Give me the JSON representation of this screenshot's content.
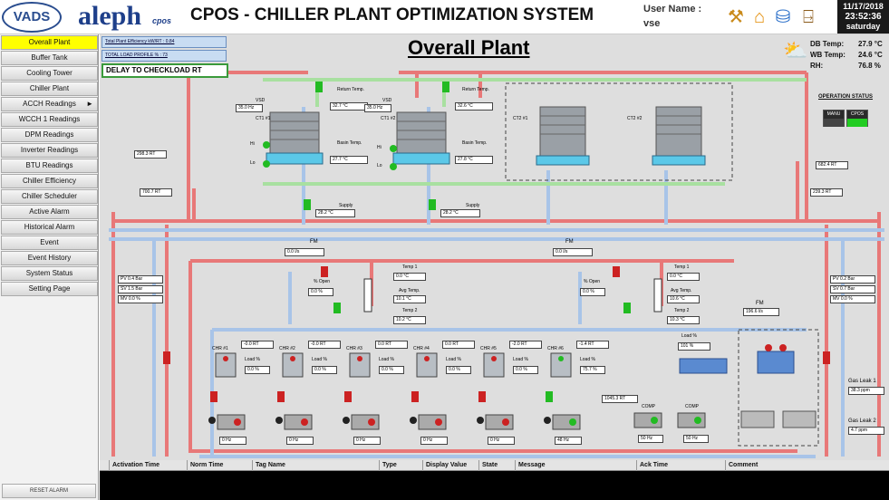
{
  "header": {
    "logo_vads": "VADS",
    "logo_aleph": "aleph",
    "logo_cpos": "cpos",
    "title": "CPOS - CHILLER PLANT OPTIMIZATION SYSTEM",
    "user_label": "User Name :",
    "user_name": "vse",
    "icons": [
      "tools-icon",
      "home-icon",
      "network-icon",
      "exit-door-icon"
    ],
    "clock": {
      "date": "11/17/2018",
      "time": "23:52:36",
      "day": "saturday"
    }
  },
  "sidebar": {
    "items": [
      {
        "label": "Overall Plant",
        "active": true,
        "submenu": false
      },
      {
        "label": "Buffer Tank",
        "active": false,
        "submenu": false
      },
      {
        "label": "Cooling Tower",
        "active": false,
        "submenu": false
      },
      {
        "label": "Chiller Plant",
        "active": false,
        "submenu": false
      },
      {
        "label": "ACCH Readings",
        "active": false,
        "submenu": true
      },
      {
        "label": "WCCH 1 Readings",
        "active": false,
        "submenu": false
      },
      {
        "label": "DPM Readings",
        "active": false,
        "submenu": false
      },
      {
        "label": "Inverter Readings",
        "active": false,
        "submenu": false
      },
      {
        "label": "BTU Readings",
        "active": false,
        "submenu": false
      },
      {
        "label": "Chiller Efficiency",
        "active": false,
        "submenu": false
      },
      {
        "label": "Chiller Scheduler",
        "active": false,
        "submenu": false
      },
      {
        "label": "Active Alarm",
        "active": false,
        "submenu": false
      },
      {
        "label": "Historical Alarm",
        "active": false,
        "submenu": false
      },
      {
        "label": "Event",
        "active": false,
        "submenu": false
      },
      {
        "label": "Event History",
        "active": false,
        "submenu": false
      },
      {
        "label": "System Status",
        "active": false,
        "submenu": false
      },
      {
        "label": "Setting Page",
        "active": false,
        "submenu": false
      }
    ],
    "submenu_arrow": "►",
    "reset_label": "RESET ALARM"
  },
  "main": {
    "page_title": "Overall Plant",
    "total_eff": "Total Plant Efficiency kW/RT : 0.84",
    "total_load": "TOTAL LOAD PROFILE % : 73",
    "delay_msg": "DELAY TO CHECKLOAD RT",
    "weather": {
      "db_label": "DB Temp:",
      "db_value": "27.9 °C",
      "wb_label": "WB Temp:",
      "wb_value": "24.6 °C",
      "rh_label": "RH:",
      "rh_value": "76.8 %"
    },
    "op_status": {
      "title": "OPERATION STATUS",
      "manual": "MANU",
      "auto": "CPOS"
    },
    "cooling_towers": [
      {
        "id": "CT1 #1",
        "vsd": "VSD",
        "vsd_value": "35.0 Hz",
        "return_label": "Return Temp.",
        "return_value": "32.7 °C",
        "basin_label": "Basin Temp.",
        "basin_value": "27.7 °C",
        "supply_label": "Supply",
        "supply_value": "28.2 °C"
      },
      {
        "id": "CT1 #2",
        "vsd": "VSD",
        "vsd_value": "35.0 Hz",
        "return_label": "Return Temp.",
        "return_value": "32.6 °C",
        "basin_label": "Basin Temp.",
        "basin_value": "27.8 °C",
        "supply_label": "Supply",
        "supply_value": "28.2 °C"
      },
      {
        "id": "CT2 #1"
      },
      {
        "id": "CT2 #2"
      }
    ],
    "level_labels": {
      "hi": "Hi",
      "lo": "Lo"
    },
    "flow_boxes": {
      "left_top": "298.3 RT",
      "left_mid": "700.7 RT",
      "right_top": "682.4 RT",
      "right_mid": "239.3 RT"
    },
    "loops": [
      {
        "fm_label": "FM",
        "fm_value": "0.0 l/s",
        "temp1_label": "Temp 1",
        "temp1_value": "0.0 °C",
        "open_label": "% Open",
        "open_value": "0.0 %",
        "avg_label": "Avg Temp.",
        "avg_value": "10.1 °C",
        "temp2_label": "Temp 2",
        "temp2_value": "10.2 °C"
      },
      {
        "fm_label": "FM",
        "fm_value": "0.0 l/s",
        "temp1_label": "Temp 1",
        "temp1_value": "0.0 °C",
        "open_label": "% Open",
        "open_value": "0.0 %",
        "avg_label": "Avg Temp.",
        "avg_value": "10.6 °C",
        "temp2_label": "Temp 2",
        "temp2_value": "10.3 °C"
      }
    ],
    "fm_right": {
      "label": "FM",
      "value": "196.6 l/s"
    },
    "chillers": [
      {
        "id": "CHR #1",
        "rt": "-0.0 RT",
        "load_label": "Load %",
        "load_value": "0.0 %",
        "hz": "0 Hz",
        "running": false
      },
      {
        "id": "CHR #2",
        "rt": "-0.0 RT",
        "load_label": "Load %",
        "load_value": "0.0 %",
        "hz": "0 Hz",
        "running": false
      },
      {
        "id": "CHR #3",
        "rt": "0.0 RT",
        "load_label": "Load %",
        "load_value": "0.0 %",
        "hz": "0 Hz",
        "running": false
      },
      {
        "id": "CHR #4",
        "rt": "0.0 RT",
        "load_label": "Load %",
        "load_value": "0.0 %",
        "hz": "0 Hz",
        "running": false
      },
      {
        "id": "CHR #5",
        "rt": "-2.0 RT",
        "load_label": "Load %",
        "load_value": "0.0 %",
        "hz": "0 Hz",
        "running": false
      },
      {
        "id": "CHR #6",
        "rt": "-1.4 RT",
        "load_label": "Load %",
        "load_value": "75.7 %",
        "hz": "48 Hz",
        "running": true
      }
    ],
    "ach": {
      "load_label": "Load %",
      "load_value": "101 %",
      "rt": "1045.3 RT",
      "comp1": "COMP",
      "comp2": "COMP",
      "hz1": "50 Hz",
      "hz2": "50 Hz"
    },
    "left_panel": {
      "pv": "PV 0.4",
      "pv_u": "Bar",
      "sv": "SV 1.5",
      "sv_u": "Bar",
      "mv": "MV 0.0",
      "mv_u": "%"
    },
    "right_panel": {
      "pv": "PV 0.2",
      "pv_u": "Bar",
      "sv": "SV 0.7",
      "sv_u": "Bar",
      "mv": "MV 0.0",
      "mv_u": "%"
    },
    "gas_leak": [
      {
        "label": "Gas Leak 1",
        "value": "38.3",
        "unit": "ppm"
      },
      {
        "label": "Gas Leak 2",
        "value": "4.7",
        "unit": "ppm"
      }
    ]
  },
  "alarm_table": {
    "columns": [
      "Activation Time",
      "Norm Time",
      "Tag Name",
      "Type",
      "Display Value",
      "State",
      "Message",
      "Ack Time",
      "Comment"
    ]
  },
  "colors": {
    "return_pipe": "#e87878",
    "supply_pipe": "#a8c4e8",
    "condenser_pipe": "#a8e0a0",
    "active_nav": "#ffff00",
    "green_status": "#22bb22",
    "red_status": "#cc2222"
  }
}
